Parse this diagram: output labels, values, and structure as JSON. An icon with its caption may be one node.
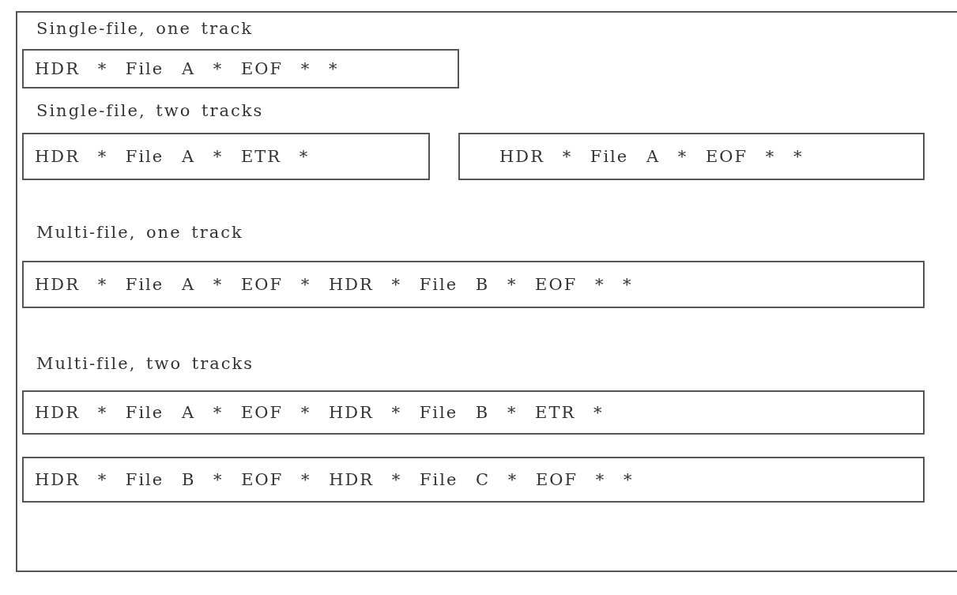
{
  "diagram": {
    "nodes": [
      {
        "text": [
          "HDR * File A * EOF * *"
        ]
      },
      {
        "text": [
          "HDR * File A * ETR *"
        ]
      },
      {
        "text": [
          "HDR * File A * EOF * *"
        ]
      },
      {
        "text": [
          "HDR * File A * EOF * HDR * File B * EOF * *"
        ]
      },
      {
        "text": [
          "HDR * File A * EOF * HDR * File B * ETR *"
        ]
      },
      {
        "text": [
          "HDR * File B * EOF * HDR * File C * EOF * *"
        ]
      }
    ],
    "edges": [],
    "labels": [
      "Single-file, one track",
      "Single-file, two tracks",
      "Multi-file, one track",
      "Multi-file, two tracks"
    ]
  }
}
